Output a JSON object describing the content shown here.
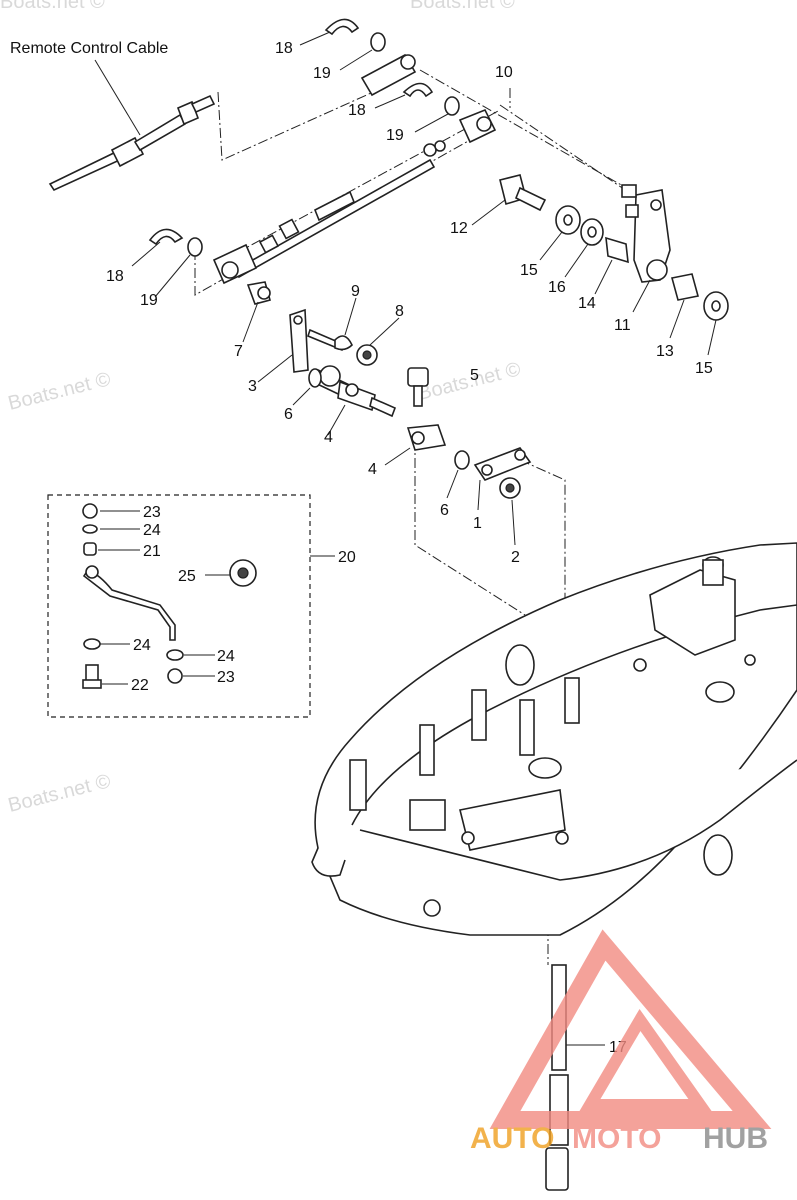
{
  "caption": "Remote Control Cable",
  "watermarks": [
    "Boats.net ©",
    "Boats.net ©",
    "Boats.net ©",
    "Boats.net ©",
    "Boats.net ©"
  ],
  "brand": {
    "auto": "AUTO",
    "moto": "MOTO",
    "hub": "HUB",
    "color_auto": "#f0a020",
    "color_moto": "#f28b82",
    "color_hub": "#8a8a8a",
    "triangle_color": "#f28b82"
  },
  "labels": {
    "l1": "1",
    "l2": "2",
    "l3": "3",
    "l4a": "4",
    "l4b": "4",
    "l5": "5",
    "l6a": "6",
    "l6b": "6",
    "l7": "7",
    "l8": "8",
    "l9": "9",
    "l10": "10",
    "l11": "11",
    "l12": "12",
    "l13": "13",
    "l14": "14",
    "l15a": "15",
    "l15b": "15",
    "l16": "16",
    "l17": "17",
    "l18a": "18",
    "l18b": "18",
    "l18c": "18",
    "l19a": "19",
    "l19b": "19",
    "l19c": "19",
    "l20": "20",
    "l21": "21",
    "l22": "22",
    "l23a": "23",
    "l23b": "23",
    "l24a": "24",
    "l24b": "24",
    "l24c": "24",
    "l25": "25"
  }
}
